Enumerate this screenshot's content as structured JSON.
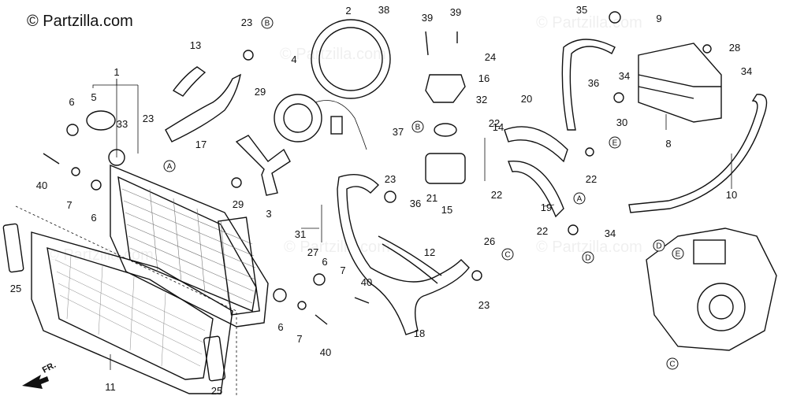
{
  "brand": "© Partzilla.com",
  "watermark": "© Partzilla.com",
  "front_marker": "FR.",
  "callouts": [
    {
      "id": "c1",
      "label": "1"
    },
    {
      "id": "c2",
      "label": "2"
    },
    {
      "id": "c3",
      "label": "3"
    },
    {
      "id": "c4",
      "label": "4"
    },
    {
      "id": "c5",
      "label": "5"
    },
    {
      "id": "c6a",
      "label": "6"
    },
    {
      "id": "c6b",
      "label": "6"
    },
    {
      "id": "c6c",
      "label": "6"
    },
    {
      "id": "c6d",
      "label": "6"
    },
    {
      "id": "c7a",
      "label": "7"
    },
    {
      "id": "c7b",
      "label": "7"
    },
    {
      "id": "c7c",
      "label": "7"
    },
    {
      "id": "c8",
      "label": "8"
    },
    {
      "id": "c9",
      "label": "9"
    },
    {
      "id": "c10",
      "label": "10"
    },
    {
      "id": "c11",
      "label": "11"
    },
    {
      "id": "c12",
      "label": "12"
    },
    {
      "id": "c13",
      "label": "13"
    },
    {
      "id": "c14",
      "label": "14"
    },
    {
      "id": "c15",
      "label": "15"
    },
    {
      "id": "c16",
      "label": "16"
    },
    {
      "id": "c17",
      "label": "17"
    },
    {
      "id": "c18",
      "label": "18"
    },
    {
      "id": "c19",
      "label": "19"
    },
    {
      "id": "c20",
      "label": "20"
    },
    {
      "id": "c21",
      "label": "21"
    },
    {
      "id": "c22a",
      "label": "22"
    },
    {
      "id": "c22b",
      "label": "22"
    },
    {
      "id": "c22c",
      "label": "22"
    },
    {
      "id": "c22d",
      "label": "22"
    },
    {
      "id": "c23a",
      "label": "23"
    },
    {
      "id": "c23b",
      "label": "23"
    },
    {
      "id": "c23c",
      "label": "23"
    },
    {
      "id": "c23d",
      "label": "23"
    },
    {
      "id": "c24",
      "label": "24"
    },
    {
      "id": "c25a",
      "label": "25"
    },
    {
      "id": "c25b",
      "label": "25"
    },
    {
      "id": "c26",
      "label": "26"
    },
    {
      "id": "c27",
      "label": "27"
    },
    {
      "id": "c28",
      "label": "28"
    },
    {
      "id": "c29a",
      "label": "29"
    },
    {
      "id": "c29b",
      "label": "29"
    },
    {
      "id": "c30",
      "label": "30"
    },
    {
      "id": "c31",
      "label": "31"
    },
    {
      "id": "c32",
      "label": "32"
    },
    {
      "id": "c33",
      "label": "33"
    },
    {
      "id": "c34a",
      "label": "34"
    },
    {
      "id": "c34b",
      "label": "34"
    },
    {
      "id": "c34c",
      "label": "34"
    },
    {
      "id": "c35",
      "label": "35"
    },
    {
      "id": "c36a",
      "label": "36"
    },
    {
      "id": "c36b",
      "label": "36"
    },
    {
      "id": "c37",
      "label": "37"
    },
    {
      "id": "c38",
      "label": "38"
    },
    {
      "id": "c39a",
      "label": "39"
    },
    {
      "id": "c39b",
      "label": "39"
    },
    {
      "id": "c40a",
      "label": "40"
    },
    {
      "id": "c40b",
      "label": "40"
    },
    {
      "id": "c40c",
      "label": "40"
    }
  ],
  "refs": [
    {
      "id": "rA1",
      "label": "A"
    },
    {
      "id": "rA2",
      "label": "A"
    },
    {
      "id": "rB1",
      "label": "B"
    },
    {
      "id": "rB2",
      "label": "B"
    },
    {
      "id": "rC1",
      "label": "C"
    },
    {
      "id": "rC2",
      "label": "C"
    },
    {
      "id": "rD1",
      "label": "D"
    },
    {
      "id": "rD2",
      "label": "D"
    },
    {
      "id": "rE1",
      "label": "E"
    },
    {
      "id": "rE2",
      "label": "E"
    }
  ]
}
